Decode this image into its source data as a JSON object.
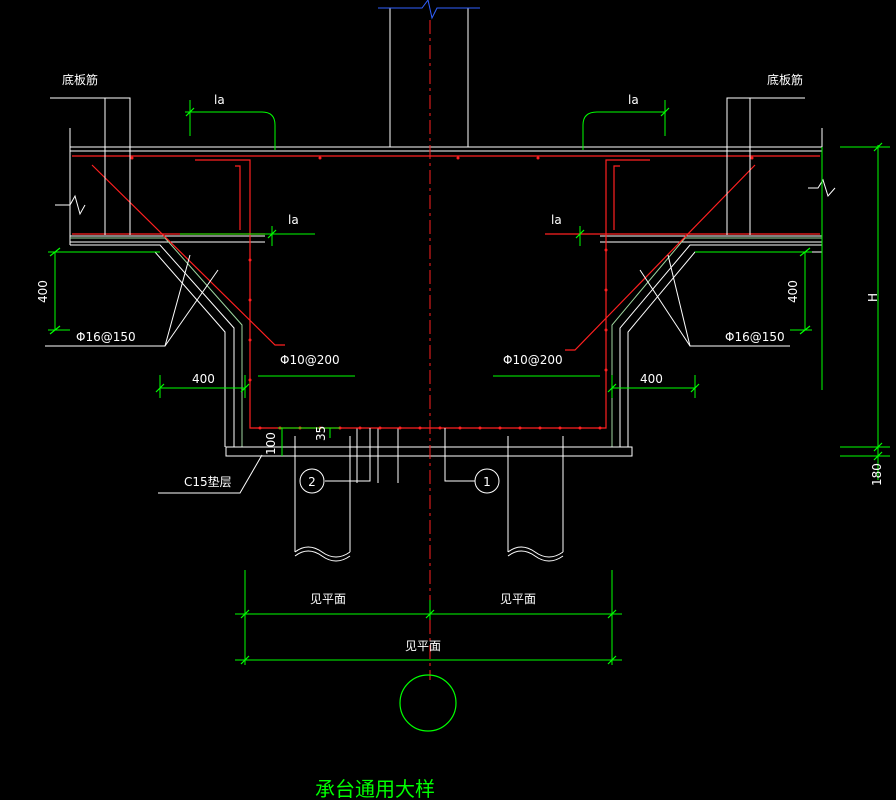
{
  "labels": {
    "slab_rebar_left": "底板筋",
    "slab_rebar_right": "底板筋",
    "la_top_left": "la",
    "la_top_right": "la",
    "la_mid_left": "la",
    "la_mid_right": "la",
    "dim_400_left_vert": "400",
    "dim_400_right_vert": "400",
    "rebar_phi16_left": "Φ16@150",
    "rebar_phi16_right": "Φ16@150",
    "rebar_phi10_left": "Φ10@200",
    "rebar_phi10_right": "Φ10@200",
    "dim_400_left_horiz": "400",
    "dim_400_right_horiz": "400",
    "dim_100": "100",
    "dim_35": "35",
    "cushion": "C15垫层",
    "marker_2": "2",
    "marker_1": "1",
    "dim_see_plan_left": "见平面",
    "dim_see_plan_right": "见平面",
    "dim_see_plan_total": "见平面",
    "dim_H": "H",
    "dim_180": "180",
    "drawing_title": "承台通用大样"
  },
  "colors": {
    "background": "#000000",
    "outline": "#ffffff",
    "rebar": "#ff2020",
    "dimension": "#00ff00",
    "column_top": "#3060ff",
    "text": "#ffffff",
    "title": "#00ff00"
  }
}
